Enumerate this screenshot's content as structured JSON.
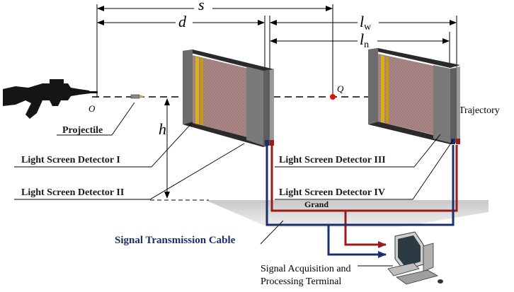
{
  "dimensions": {
    "s": "s",
    "d": "d",
    "lw": "l",
    "lw_sub": "w",
    "ln": "l",
    "ln_sub": "n",
    "h": "h"
  },
  "points": {
    "origin": "O",
    "q": "Q"
  },
  "labels": {
    "trajectory": "Trajectory",
    "projectile": "Projectile",
    "detector1": "Light Screen Detector I",
    "detector2": "Light Screen Detector II",
    "detector3": "Light Screen Detector III",
    "detector4": "Light Screen Detector IV",
    "ground": "Grand",
    "cable": "Signal Transmission Cable",
    "terminal_line1": "Signal Acquisition and",
    "terminal_line2": "Processing Terminal"
  },
  "colors": {
    "cable_red": "#9b1b1b",
    "cable_blue": "#1c2f6b",
    "q_point": "#e01010",
    "screen_panel": "#9a7a7a"
  }
}
